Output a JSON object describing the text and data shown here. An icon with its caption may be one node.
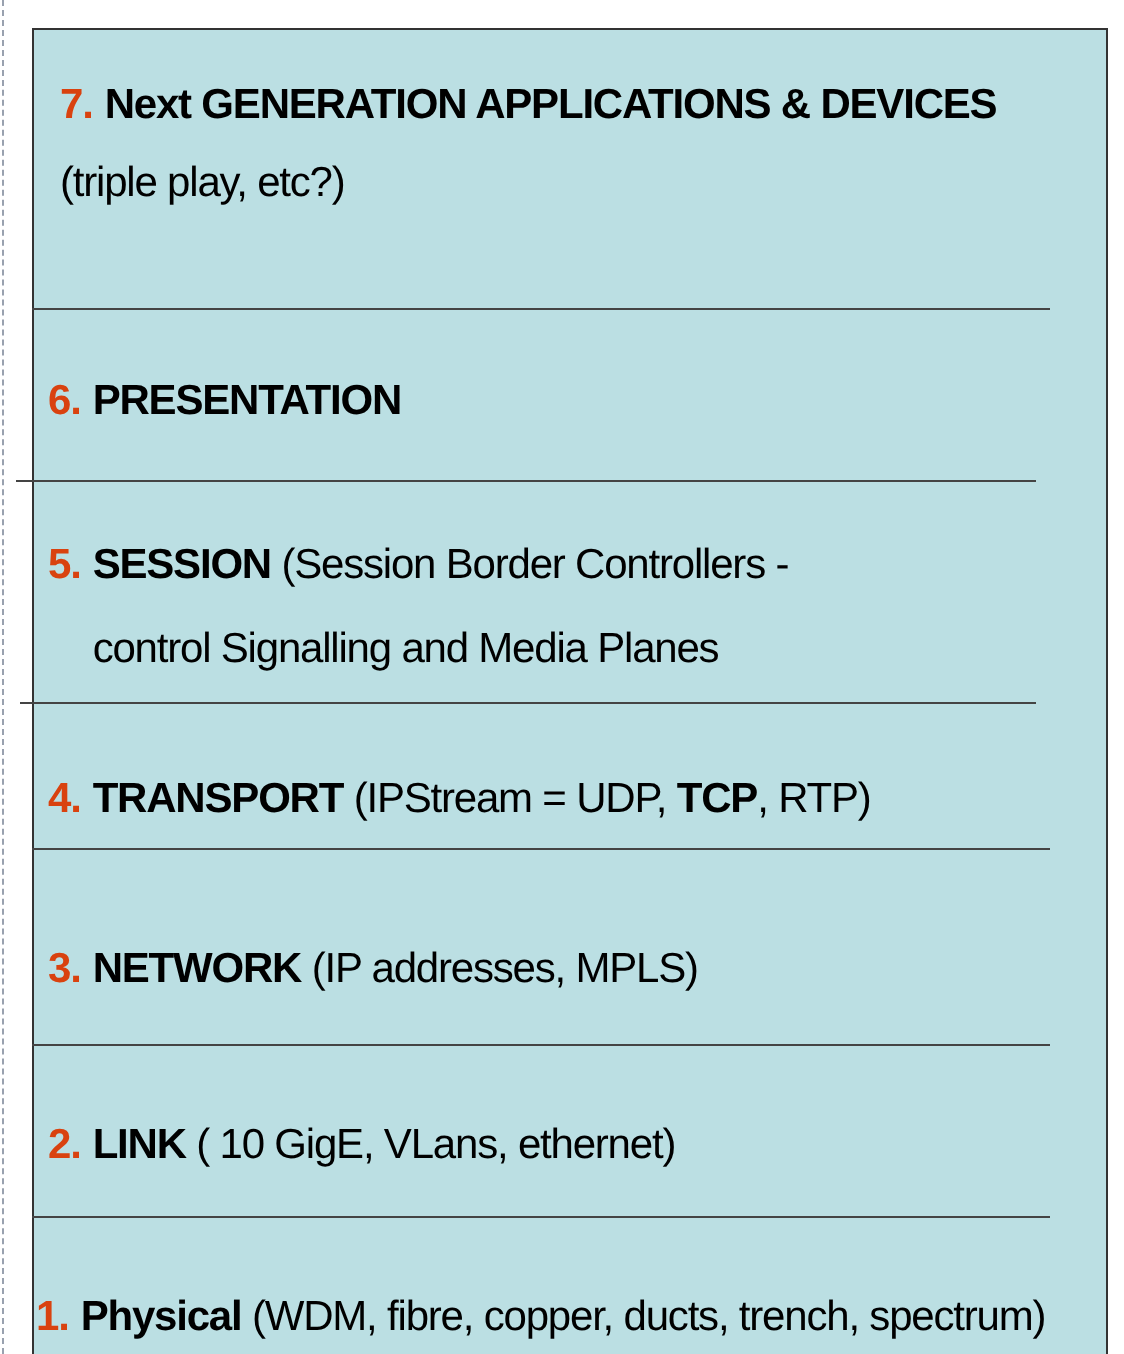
{
  "diagram": {
    "nodes": [
      {
        "text": [
          "7.",
          "**Next GENERATION APPLICATIONS & DEVICES**",
          "(triple play, etc?)"
        ]
      },
      {
        "text": [
          "6.",
          "**PRESENTATION**"
        ]
      },
      {
        "text": [
          "5.",
          "**SESSION** (Session Border Controllers - control Signalling and Media Planes"
        ]
      },
      {
        "text": [
          "4.",
          "**TRANSPORT** (IPStream = UDP, **TCP**, RTP)"
        ]
      },
      {
        "text": [
          "3.",
          "**NETWORK** (IP addresses, MPLS)"
        ]
      },
      {
        "text": [
          "2.",
          "**LINK** ( 10 GigE, VLans, ethernet)"
        ]
      },
      {
        "text": [
          "1.",
          "**Physical** (WDM, fibre, copper, ducts, trench, spectrum)"
        ]
      }
    ],
    "edges": []
  }
}
